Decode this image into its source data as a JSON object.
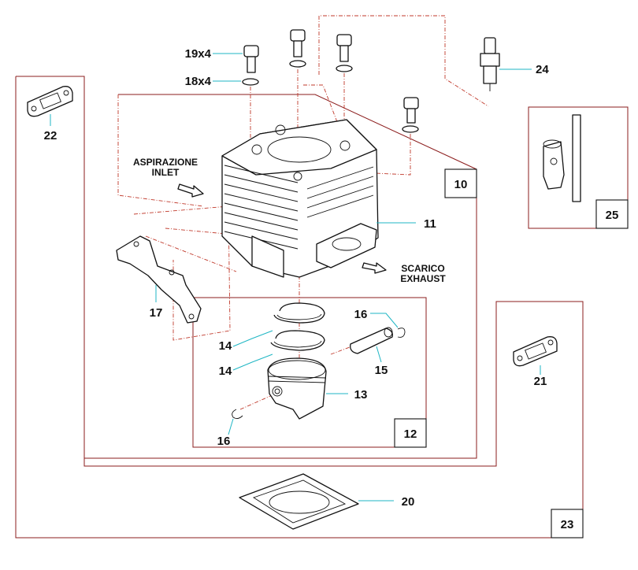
{
  "labels": {
    "inlet_it": "ASPIRAZIONE",
    "inlet_en": "INLET",
    "exhaust_it": "SCARICO",
    "exhaust_en": "EXHAUST"
  },
  "callouts": {
    "p10": "10",
    "p11": "11",
    "p12": "12",
    "p13": "13",
    "p14a": "14",
    "p14b": "14",
    "p15": "15",
    "p16a": "16",
    "p16b": "16",
    "p17": "17",
    "p18": "18x4",
    "p19": "19x4",
    "p20": "20",
    "p21": "21",
    "p22": "22",
    "p23": "23",
    "p24": "24",
    "p25": "25"
  },
  "colors": {
    "leader": "#1fb6c4",
    "frame": "#8b1c1c",
    "dash": "#c0392b"
  }
}
